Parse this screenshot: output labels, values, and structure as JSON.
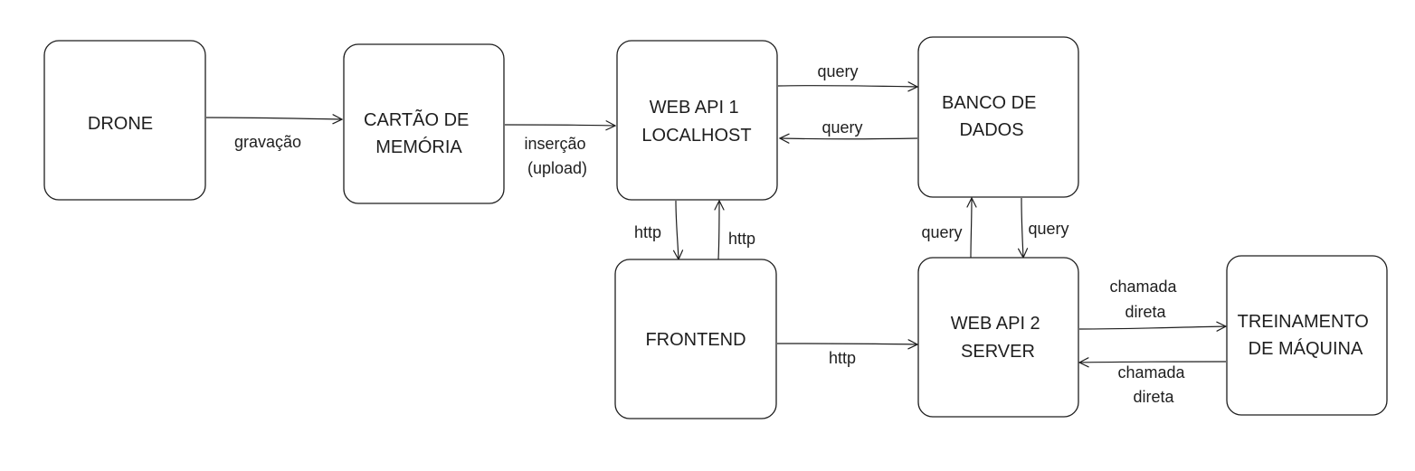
{
  "nodes": {
    "drone": {
      "lines": [
        "DRONE"
      ]
    },
    "memory_card": {
      "lines": [
        "CARTÃO DE",
        "MEMÓRIA"
      ]
    },
    "web_api_1": {
      "lines": [
        "WEB API 1",
        "LOCALHOST"
      ]
    },
    "database": {
      "lines": [
        "BANCO DE",
        "DADOS"
      ]
    },
    "frontend": {
      "lines": [
        "FRONTEND"
      ]
    },
    "web_api_2": {
      "lines": [
        "WEB API 2",
        "SERVER"
      ]
    },
    "ml_training": {
      "lines": [
        "TREINAMENTO",
        "DE MÁQUINA"
      ]
    }
  },
  "edges": {
    "drone_to_card": {
      "from": "drone",
      "to": "memory_card",
      "lines": [
        "gravação"
      ]
    },
    "card_to_api1": {
      "from": "memory_card",
      "to": "web_api_1",
      "lines": [
        "inserção",
        "(upload)"
      ]
    },
    "api1_to_db": {
      "from": "web_api_1",
      "to": "database",
      "lines": [
        "query"
      ]
    },
    "db_to_api1": {
      "from": "database",
      "to": "web_api_1",
      "lines": [
        "query"
      ]
    },
    "api1_to_frontend": {
      "from": "web_api_1",
      "to": "frontend",
      "lines": [
        "http"
      ]
    },
    "frontend_to_api1": {
      "from": "frontend",
      "to": "web_api_1",
      "lines": [
        "http"
      ]
    },
    "api2_to_db": {
      "from": "web_api_2",
      "to": "database",
      "lines": [
        "query"
      ]
    },
    "db_to_api2": {
      "from": "database",
      "to": "web_api_2",
      "lines": [
        "query"
      ]
    },
    "frontend_to_api2": {
      "from": "frontend",
      "to": "web_api_2",
      "lines": [
        "http"
      ]
    },
    "api2_to_ml": {
      "from": "web_api_2",
      "to": "ml_training",
      "lines": [
        "chamada",
        "direta"
      ]
    },
    "ml_to_api2": {
      "from": "ml_training",
      "to": "web_api_2",
      "lines": [
        "chamada",
        "direta"
      ]
    }
  },
  "colors": {
    "stroke": "#1e1e1e",
    "background": "#ffffff"
  }
}
